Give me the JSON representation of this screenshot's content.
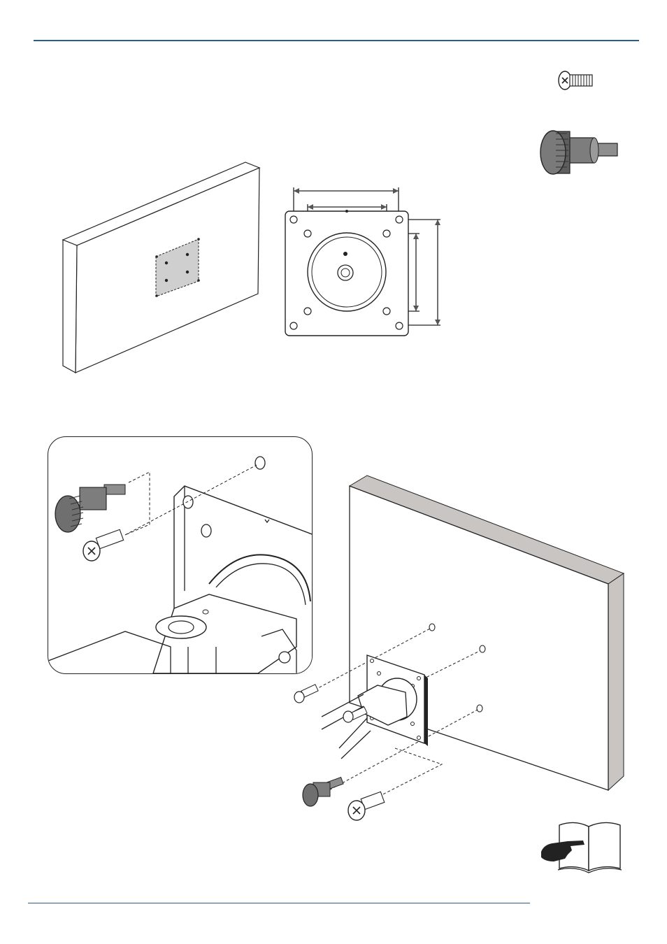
{
  "page": {
    "background": "#ffffff",
    "rule_color": "#2b5d86",
    "ink_color": "#222222",
    "panel_grey": "#c9c5c3"
  },
  "illustrations": [
    {
      "name": "small-screw-icon"
    },
    {
      "name": "thumb-screw-icon"
    },
    {
      "name": "monitor-back-with-vesa-area"
    },
    {
      "name": "vesa-plate-diagram"
    },
    {
      "name": "detail-inset"
    },
    {
      "name": "monitor-mounting-exploded-view"
    },
    {
      "name": "manual-reference-icon"
    }
  ]
}
